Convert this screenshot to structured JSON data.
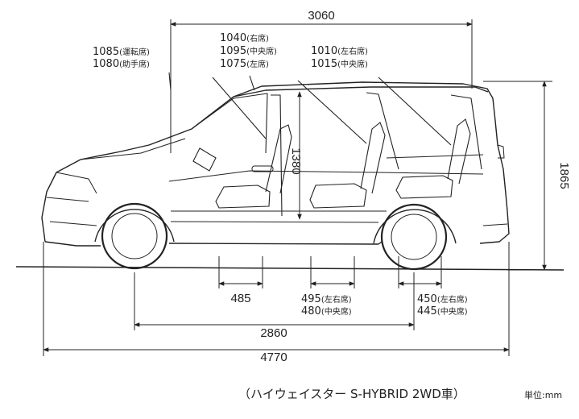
{
  "dimensions": {
    "overall_length": "4770",
    "wheelbase": "2860",
    "interior_length": "3060",
    "overall_height": "1865",
    "interior_height": "1380",
    "first_row_legroom": "485",
    "second_row_seat_depth": {
      "value_1": "495",
      "label_1": "(左右席)",
      "value_2": "480",
      "label_2": "(中央席)"
    },
    "third_row_seat_depth": {
      "value_1": "450",
      "label_1": "(左右席)",
      "value_2": "445",
      "label_2": "(中央席)"
    },
    "first_row_headroom": {
      "value_1": "1085",
      "label_1": "(運転席)",
      "value_2": "1080",
      "label_2": "(助手席)"
    },
    "second_row_headroom": {
      "value_1": "1040",
      "label_1": "(右席)",
      "value_2": "1095",
      "label_2": "(中央席)",
      "value_3": "1075",
      "label_3": "(左席)"
    },
    "third_row_headroom": {
      "value_1": "1010",
      "label_1": "(左右席)",
      "value_2": "1015",
      "label_2": "(中央席)"
    }
  },
  "caption": "（ハイウェイスター S-HYBRID 2WD車）",
  "unit_label": "単位:mm"
}
